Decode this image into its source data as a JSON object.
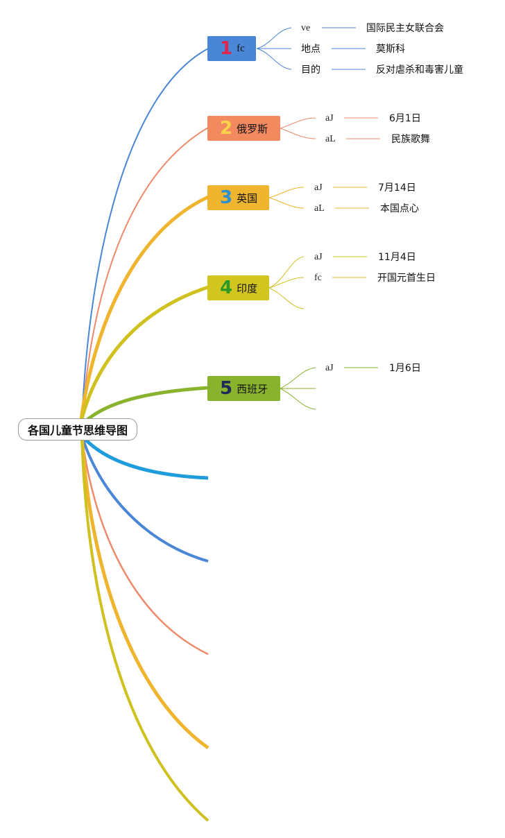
{
  "root": {
    "title": "各国儿童节思维导图"
  },
  "colors": {
    "blue": "#4a86d6",
    "salmon": "#ee8a6b",
    "orange": "#f0b52f",
    "olive": "#cfc220",
    "green": "#8ab32d",
    "cyan": "#1e9cdc",
    "num_red": "#e0244a",
    "num_yellow": "#f6d44a",
    "num_blue": "#2c8fd0",
    "num_green": "#2a9a26",
    "num_navy": "#1e2a5a"
  },
  "topics": [
    {
      "num": "1",
      "label": "fc",
      "items": [
        {
          "key": "ve",
          "value": "国际民主女联合会"
        },
        {
          "key": "地点",
          "value": "莫斯科"
        },
        {
          "key": "目的",
          "value": "反对虐杀和毒害儿童"
        }
      ]
    },
    {
      "num": "2",
      "label": "俄罗斯",
      "items": [
        {
          "key": "aJ",
          "value": "6月1日"
        },
        {
          "key": "aL",
          "value": "民族歌舞"
        }
      ]
    },
    {
      "num": "3",
      "label": "英国",
      "items": [
        {
          "key": "aJ",
          "value": "7月14日"
        },
        {
          "key": "aL",
          "value": "本国点心"
        }
      ]
    },
    {
      "num": "4",
      "label": "印度",
      "items": [
        {
          "key": "aJ",
          "value": "11月4日"
        },
        {
          "key": "fc",
          "value": "开国元首生日"
        }
      ]
    },
    {
      "num": "5",
      "label": "西班牙",
      "items": [
        {
          "key": "aJ",
          "value": "1月6日"
        }
      ]
    }
  ]
}
